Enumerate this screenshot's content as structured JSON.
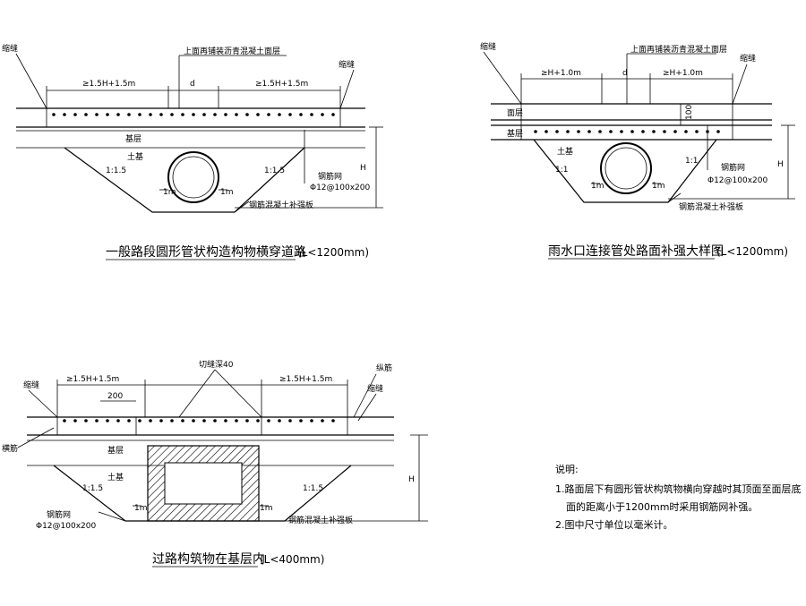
{
  "colors": {
    "ink": "#000000",
    "background": "#ffffff"
  },
  "diagram1": {
    "title": "一般路段圆形管状构造构物横穿道路",
    "subtitle": "(L<1200mm)",
    "top_label": "上面再铺装沥青混凝土面层",
    "left_joint": "缩缝",
    "right_joint": "缩缝",
    "dim_left": "≥1.5H+1.5m",
    "dim_mid": "d",
    "dim_right": "≥1.5H+1.5m",
    "base": "基层",
    "soil": "土基",
    "slope_left": "1:1.5",
    "slope_right": "1:1.5",
    "mesh": "钢筋网",
    "mesh_spec": "Φ12@100x200",
    "plate": "钢筋混凝土补强板",
    "h": "H",
    "one_m_left": "1m",
    "one_m_right": "1m"
  },
  "diagram2": {
    "title": "雨水口连接管处路面补强大样图",
    "subtitle": "(L<1200mm)",
    "top_label": "上面再铺装沥青混凝土面层",
    "left_joint": "缩缝",
    "right_joint": "缩缝",
    "dim_left": "≥H+1.0m",
    "dim_mid": "d",
    "dim_right": "≥H+1.0m",
    "surface": "面层",
    "base": "基层",
    "soil": "土基",
    "slope_left": "1:1",
    "slope_right": "1:1",
    "mesh": "钢筋网",
    "mesh_spec": "Φ12@100x200",
    "plate": "钢筋混凝土补强板",
    "h": "H",
    "one_m_left": "1m",
    "one_m_right": "1m",
    "gap": "100"
  },
  "diagram3": {
    "title": "过路构筑物在基层内",
    "subtitle": "(L<400mm)",
    "cut": "切缝深40",
    "long_bar": "纵筋",
    "left_joint": "缩缝",
    "right_joint": "缩缝",
    "cross_bar": "横筋",
    "dim_left": "≥1.5H+1.5m",
    "dim_right": "≥1.5H+1.5m",
    "dim_small": "200",
    "base": "基层",
    "soil": "土基",
    "slope_left": "1:1.5",
    "slope_right": "1:1.5",
    "mesh": "钢筋网",
    "mesh_spec": "Φ12@100x200",
    "plate": "钢筋混凝土补强板",
    "h": "H",
    "one_m_left": "1m",
    "one_m_right": "1m"
  },
  "notes": {
    "heading": "说明:",
    "line1": "1.路面层下有圆形管状构筑物横向穿越时其顶面至面层底",
    "line2": "面的距离小于1200mm时采用钢筋网补强。",
    "line3": "2.图中尺寸单位以毫米计。"
  }
}
